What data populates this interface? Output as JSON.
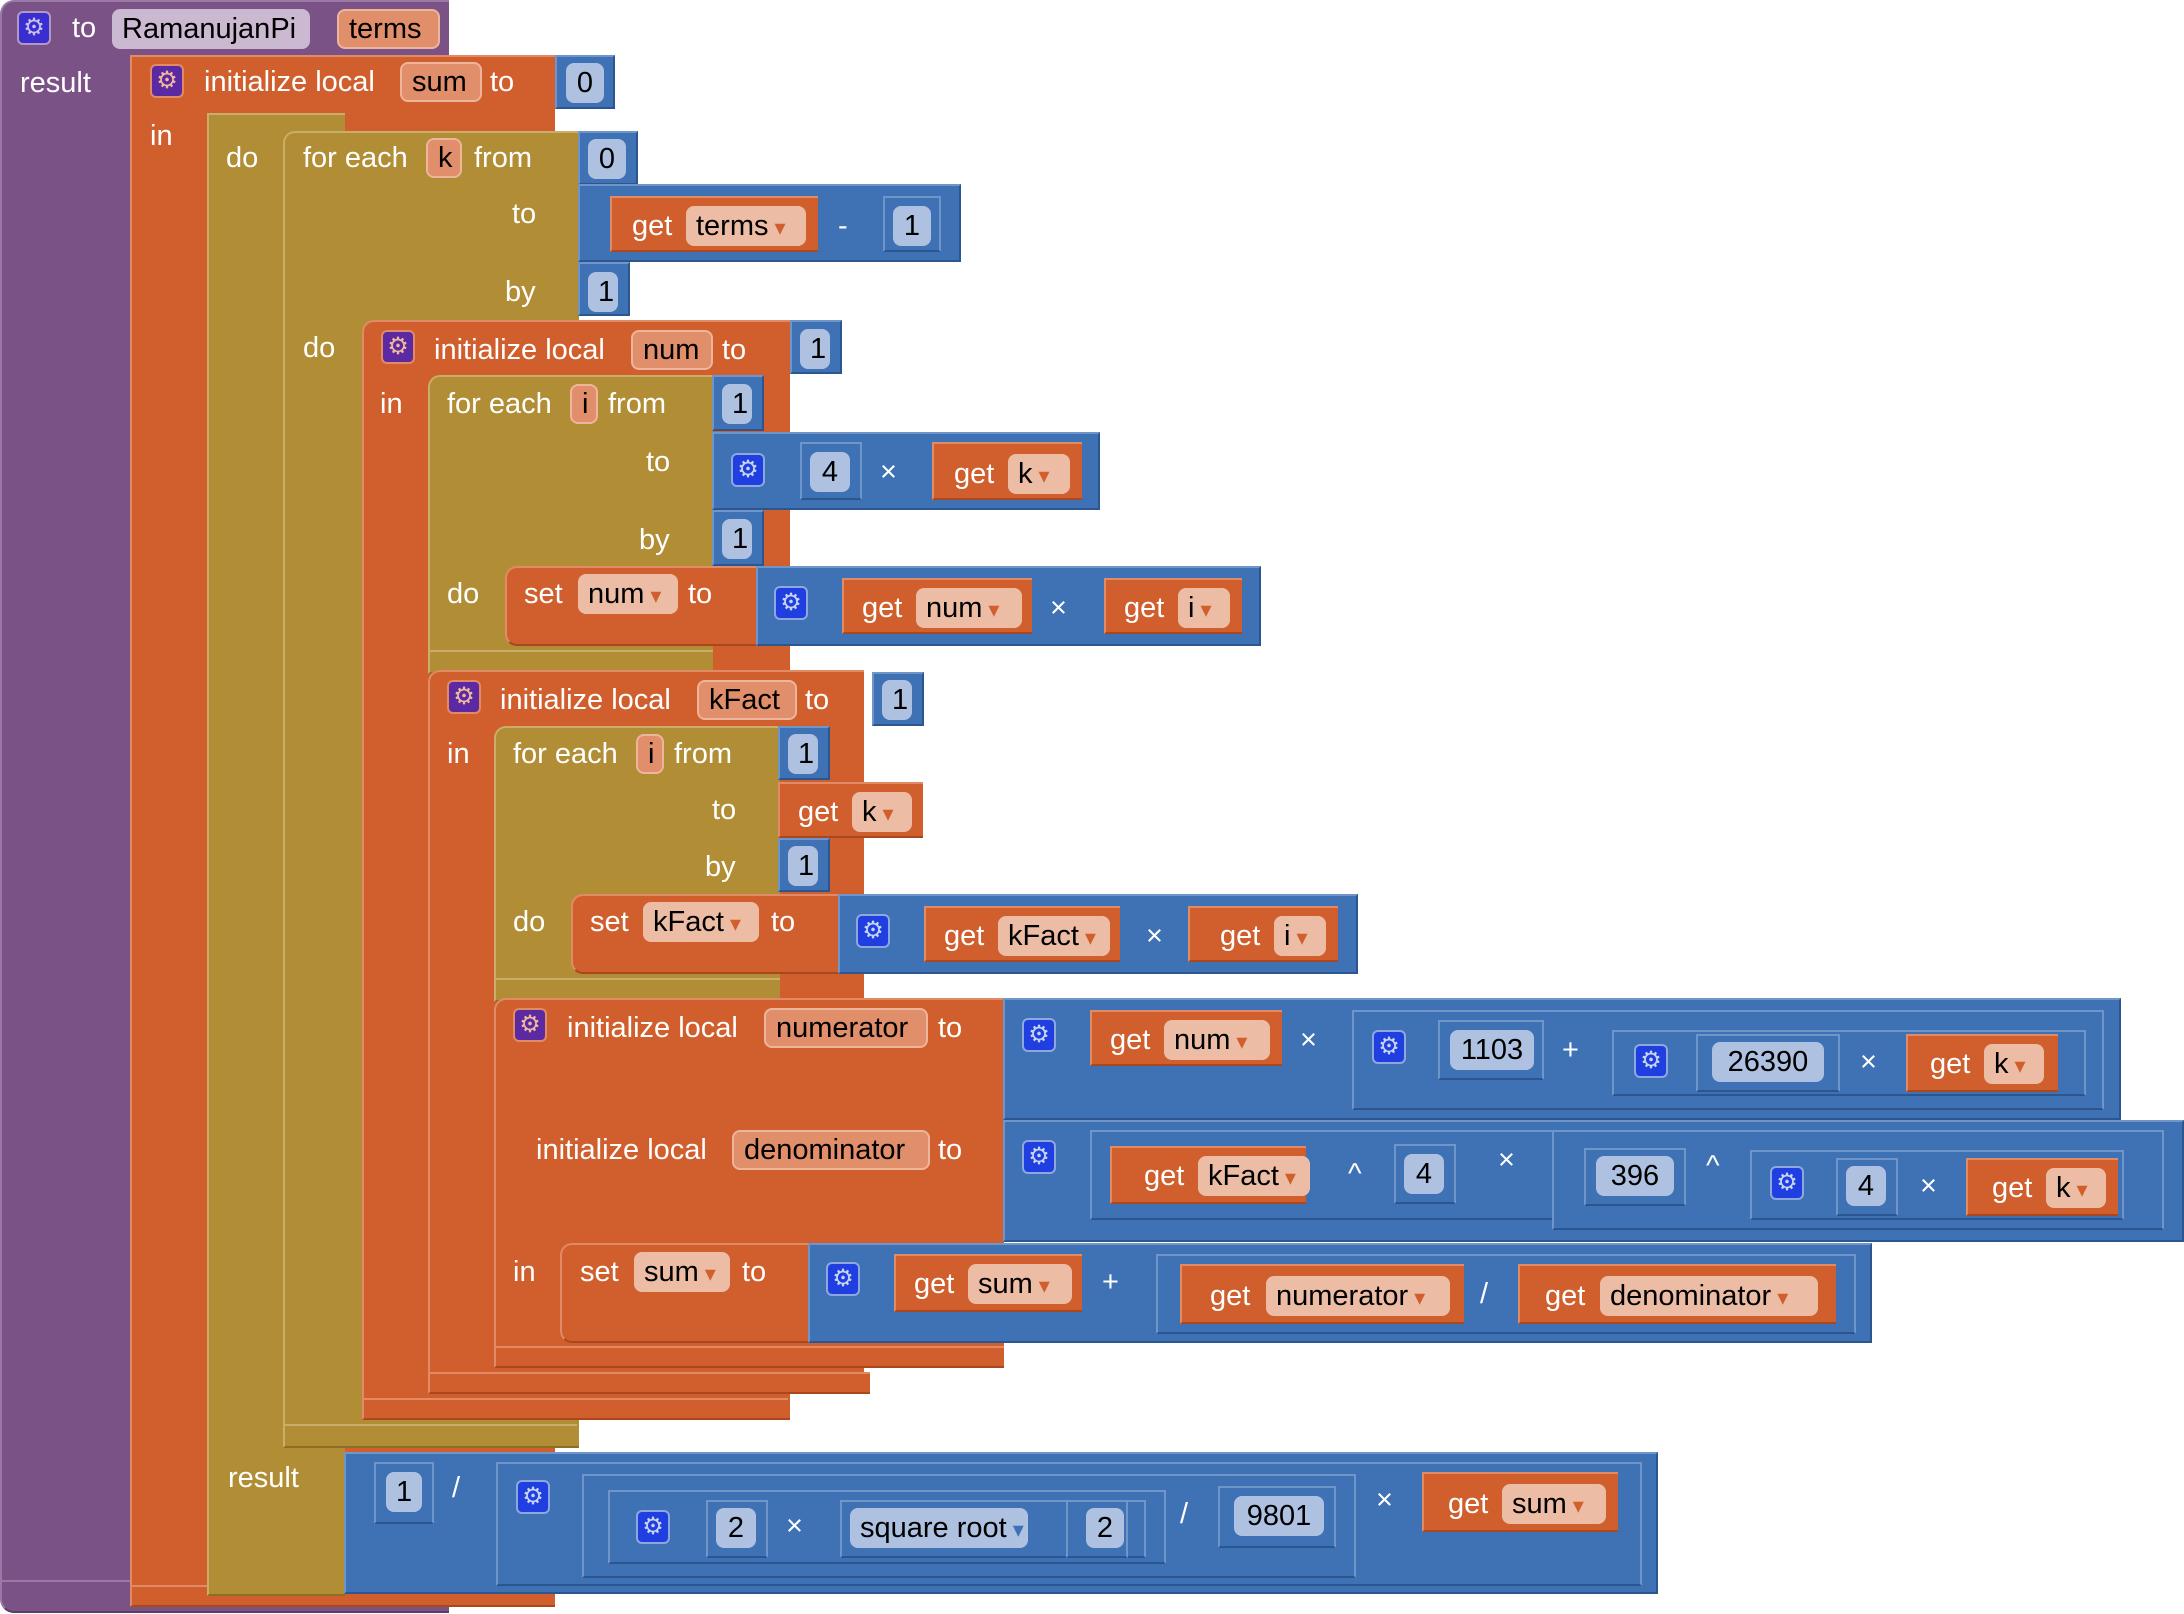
{
  "procedure": {
    "keyword": "to",
    "name": "RamanujanPi",
    "param": "terms",
    "result_label": "result"
  },
  "labels": {
    "initialize_local": "initialize local",
    "to": "to",
    "in": "in",
    "do": "do",
    "for_each": "for each",
    "from": "from",
    "by": "by",
    "get": "get",
    "set": "set",
    "result": "result"
  },
  "operators": {
    "minus": "-",
    "times": "×",
    "plus": "+",
    "divide": "/",
    "power": "^"
  },
  "blocks": {
    "sum_init": {
      "var": "sum",
      "value": "0"
    },
    "loop_k": {
      "var": "k",
      "from": "0",
      "to_get": "terms",
      "to_minus": "1",
      "by": "1"
    },
    "num_init": {
      "var": "num",
      "value": "1"
    },
    "loop_i1": {
      "var": "i",
      "from": "1",
      "to_factor": "4",
      "to_get": "k",
      "by": "1"
    },
    "set_num": {
      "var": "num",
      "get_a": "num",
      "get_b": "i"
    },
    "kfact_init": {
      "var": "kFact",
      "value": "1"
    },
    "loop_i2": {
      "var": "i",
      "from": "1",
      "to_get": "k",
      "by": "1"
    },
    "set_kfact": {
      "var": "kFact",
      "get_a": "kFact",
      "get_b": "i"
    },
    "numerator_init": {
      "var": "numerator",
      "get_a": "num",
      "c1": "1103",
      "c2": "26390",
      "get_k": "k"
    },
    "denominator_init": {
      "var": "denominator",
      "get_a": "kFact",
      "exp1": "4",
      "base": "396",
      "exp_factor": "4",
      "get_k": "k"
    },
    "set_sum": {
      "var": "sum",
      "get_a": "sum",
      "get_num": "numerator",
      "get_den": "denominator"
    },
    "final_result": {
      "one": "1",
      "two_a": "2",
      "sqrt_op": "square root",
      "two_b": "2",
      "divisor": "9801",
      "get_sum": "sum"
    }
  }
}
